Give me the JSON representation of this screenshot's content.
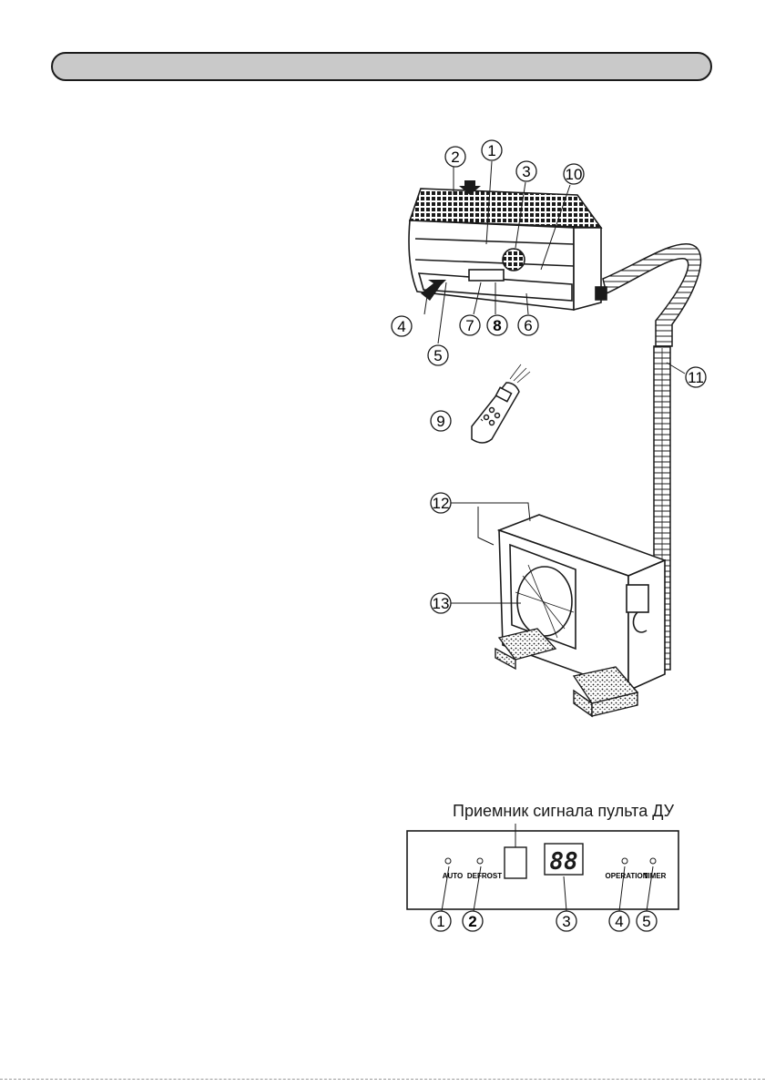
{
  "unit_callouts": [
    "1",
    "2",
    "3",
    "4",
    "5",
    "6",
    "7",
    "8",
    "9",
    "10",
    "11",
    "12",
    "13"
  ],
  "panel_callouts": [
    "1",
    "2",
    "3",
    "4",
    "5"
  ],
  "panel": {
    "caption": "Приемник сигнала пульта ДУ",
    "indicators": {
      "auto": "AUTO",
      "defrost": "DEFROST",
      "operation": "OPERATION",
      "timer": "TIMER"
    },
    "display_value": "88"
  },
  "colors": {
    "line": "#1a1a1a",
    "header_fill": "#c9c9c9",
    "display_text": "#1a1a1a"
  }
}
